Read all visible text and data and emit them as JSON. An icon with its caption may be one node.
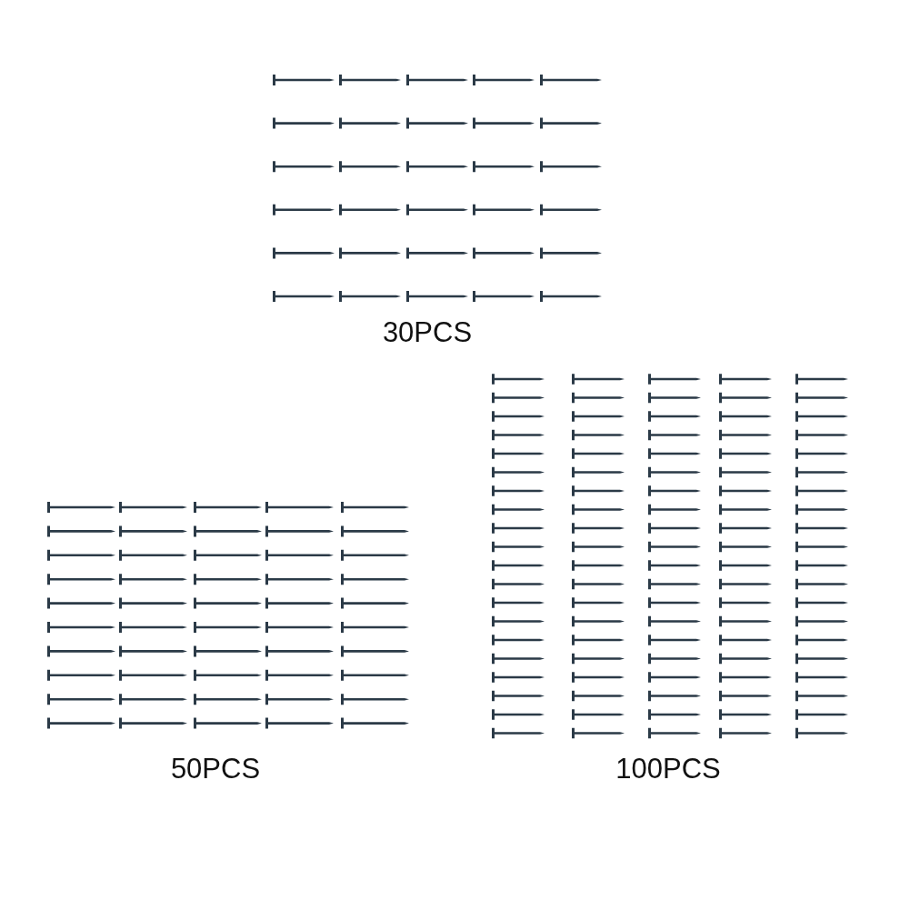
{
  "diagram": {
    "labels": [
      "30PCS",
      "50PCS",
      "100PCS"
    ]
  }
}
